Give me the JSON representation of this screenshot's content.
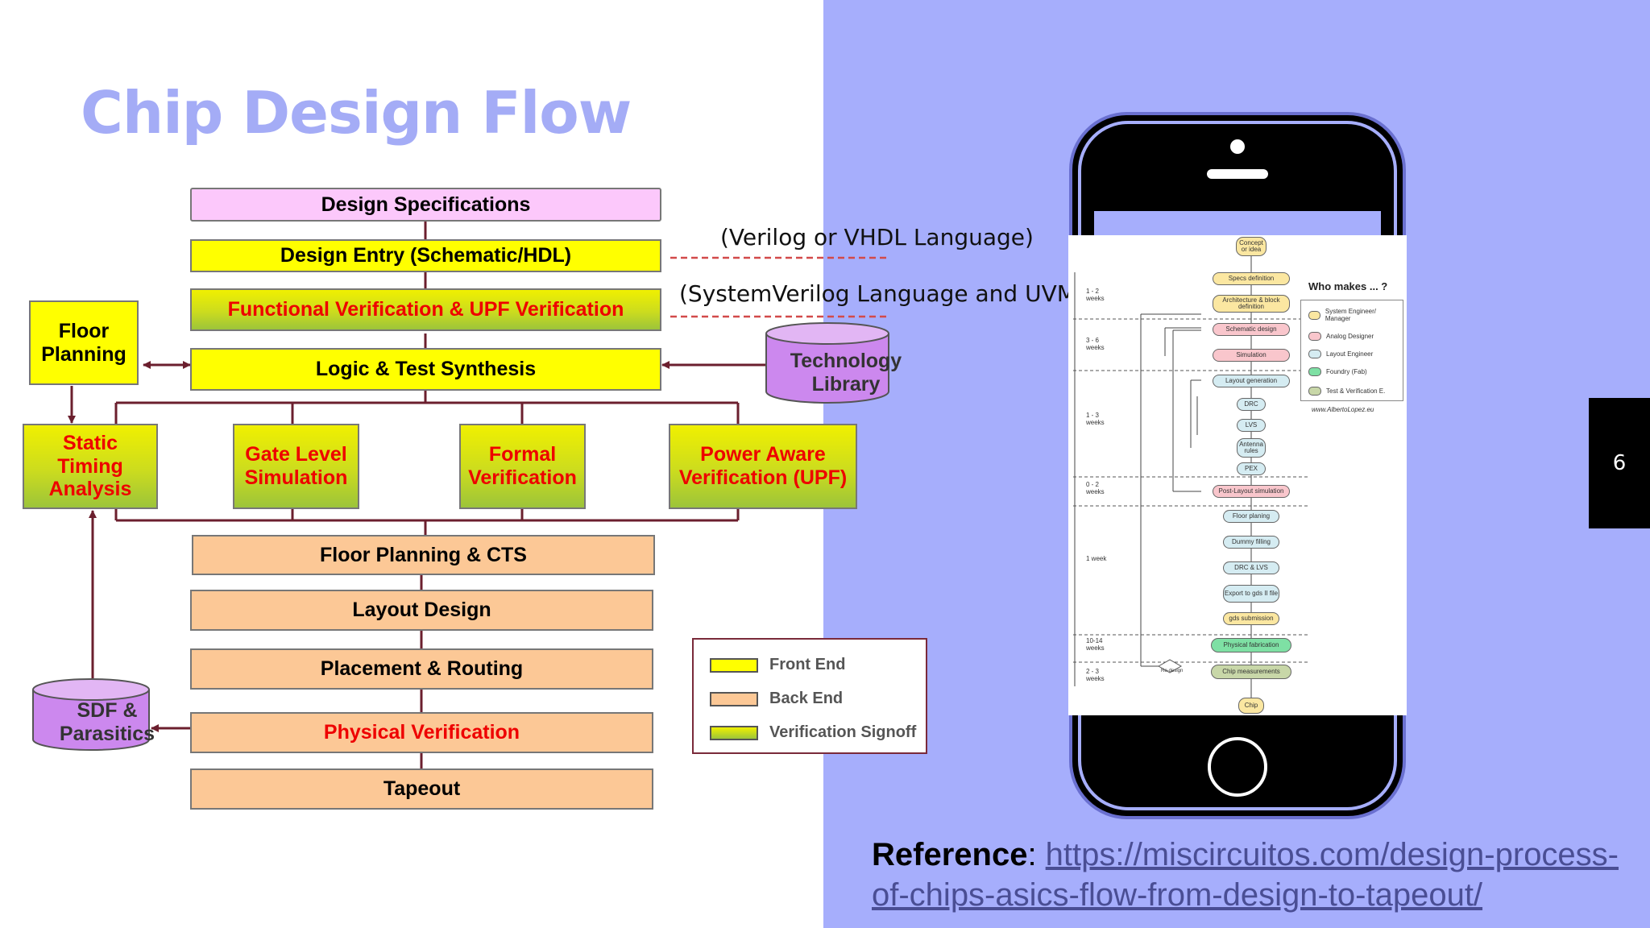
{
  "slide": {
    "title": "Chip Design Flow",
    "page_number": "6"
  },
  "flow": {
    "design_specifications": "Design Specifications",
    "design_entry": "Design Entry (Schematic/HDL)",
    "functional_verification": "Functional Verification & UPF Verification",
    "logic_synthesis": "Logic & Test Synthesis",
    "floor_planning_side": "Floor Planning",
    "technology_library": "Technology Library",
    "static_timing": "Static Timing Analysis",
    "gate_level": "Gate Level Simulation",
    "formal_verification": "Formal Verification",
    "power_aware": "Power Aware Verification (UPF)",
    "floor_planning_cts": "Floor Planning & CTS",
    "layout_design": "Layout Design",
    "placement_routing": "Placement & Routing",
    "physical_verification": "Physical Verification",
    "tapeout": "Tapeout",
    "sdf_parasitics": "SDF & Parasitics"
  },
  "annotations": {
    "verilog": "(Verilog or VHDL Language)",
    "systemverilog": "(SystemVerilog Language and UVM)"
  },
  "legend": {
    "front_end": "Front End",
    "back_end": "Back End",
    "verification_signoff": "Verification Signoff"
  },
  "reference": {
    "label": "Reference",
    "url": "https://miscircuitos.com/design-process-of-chips-asics-flow-from-design-to-tapeout/"
  },
  "phone_flow": {
    "steps": [
      "Concept or idea",
      "Specs definition",
      "Architecture & block definition",
      "Schematic design",
      "Simulation",
      "Layout generation",
      "DRC",
      "LVS",
      "Antenna rules",
      "PEX",
      "Post-Layout simulation",
      "Floor planing",
      "Dummy filling",
      "DRC & LVS",
      "Export to gds II file",
      "gds submission",
      "Physical fabrication",
      "Chip measurements",
      "Chip"
    ],
    "redesign": "Re-design",
    "durations": [
      "1 - 2 weeks",
      "3 - 6 weeks",
      "1 - 3 weeks",
      "0 - 2 weeks",
      "1 week",
      "10-14 weeks",
      "2 - 3 weeks"
    ],
    "who_title": "Who makes ... ?",
    "roles": [
      "System Engineer/ Manager",
      "Analog Designer",
      "Layout Engineer",
      "Foundry (Fab)",
      "Test & Verification E."
    ],
    "credit": "www.AlbertoLopez.eu"
  },
  "colors": {
    "title": "#a4acf6",
    "right_background": "#a6aefc",
    "front_end": "#ffff00",
    "back_end": "#fcc896",
    "spec": "#fcc8fb",
    "cylinder": "#cc88ee",
    "connector": "#6b1f2e",
    "red_text": "#ee0000",
    "role_system": "#fbe7a1",
    "role_analog": "#f9c6cc",
    "role_layout": "#d5ecf2",
    "role_foundry": "#7ee0a4",
    "role_test": "#c8d7a8"
  }
}
